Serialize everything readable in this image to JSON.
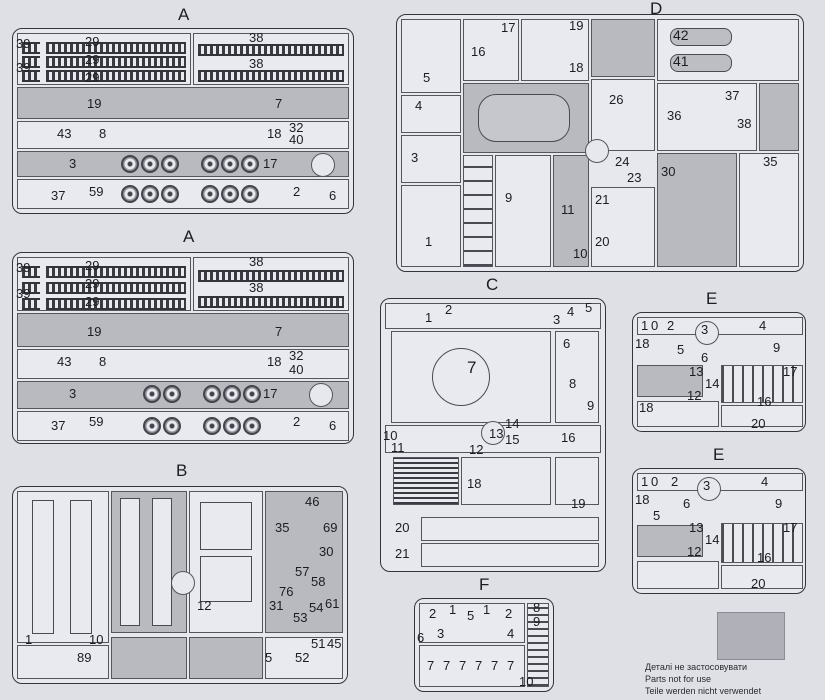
{
  "sprues": {
    "a_top": {
      "title": "A",
      "labels": [
        "39",
        "39",
        "29",
        "29",
        "29",
        "38",
        "38",
        "19",
        "7",
        "43",
        "8",
        "18",
        "32",
        "40",
        "3",
        "17",
        "37",
        "59",
        "2",
        "6"
      ]
    },
    "a_bottom": {
      "title": "A",
      "labels": [
        "39",
        "39",
        "29",
        "29",
        "29",
        "38",
        "38",
        "19",
        "7",
        "43",
        "8",
        "18",
        "32",
        "40",
        "3",
        "17",
        "37",
        "59",
        "2",
        "6"
      ]
    },
    "b": {
      "title": "B",
      "labels": [
        "46",
        "35",
        "69",
        "30",
        "57",
        "58",
        "76",
        "31",
        "53",
        "54",
        "61",
        "12",
        "1",
        "10",
        "89",
        "51",
        "45",
        "5",
        "52"
      ]
    },
    "c": {
      "title": "C",
      "labels": [
        "1",
        "2",
        "3",
        "4",
        "5",
        "6",
        "7",
        "8",
        "9",
        "10",
        "11",
        "12",
        "13",
        "14",
        "15",
        "16",
        "18",
        "19",
        "20",
        "21"
      ]
    },
    "d": {
      "title": "D",
      "labels": [
        "17",
        "19",
        "16",
        "18",
        "42",
        "41",
        "5",
        "4",
        "26",
        "37",
        "36",
        "38",
        "3",
        "24",
        "23",
        "30",
        "35",
        "9",
        "11",
        "21",
        "20",
        "1",
        "10"
      ]
    },
    "e_top": {
      "title": "E",
      "labels": [
        "1",
        "0",
        "2",
        "3",
        "4",
        "18",
        "5",
        "6",
        "9",
        "13",
        "14",
        "17",
        "12",
        "18",
        "16",
        "20"
      ]
    },
    "e_bottom": {
      "title": "E",
      "labels": [
        "1",
        "0",
        "2",
        "3",
        "4",
        "18",
        "5",
        "6",
        "9",
        "13",
        "14",
        "17",
        "12",
        "16",
        "20"
      ]
    },
    "f": {
      "title": "F",
      "labels": [
        "2",
        "1",
        "5",
        "1",
        "2",
        "8",
        "9",
        "6",
        "3",
        "4",
        "7",
        "7",
        "7",
        "7",
        "7",
        "7",
        "10"
      ]
    }
  },
  "legend": {
    "swatch_color": "#b0b1b8",
    "lines": [
      "Деталі не застосовувати",
      "Parts not for use",
      "Teile werden nicht verwendet"
    ]
  }
}
